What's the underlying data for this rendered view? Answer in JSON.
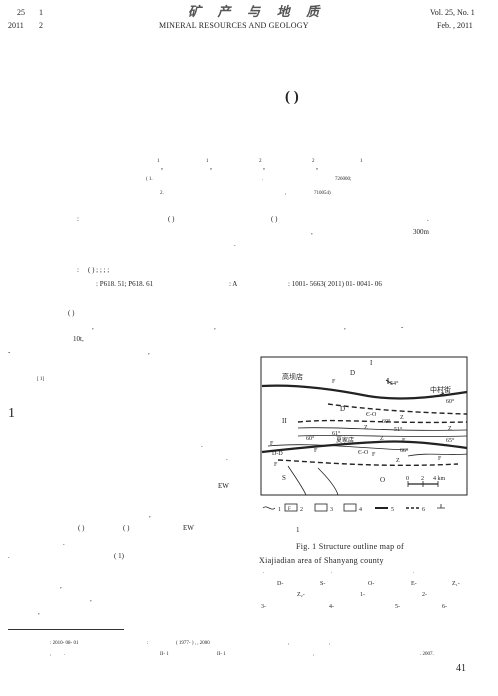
{
  "header": {
    "vol_cn": "25",
    "issue_cn": "1",
    "year_cn": "2011",
    "month_cn": "2",
    "logo_text": "矿 产 与 地 质",
    "journal": "MINERAL RESOURCES AND GEOLOGY",
    "vol_en": "Vol. 25, No. 1",
    "date_en": "Feb. , 2011"
  },
  "title_paren": "(      )",
  "authors": {
    "sup1a": "1",
    "comma1": ",",
    "sup1b": "1",
    "comma2": ",",
    "sup2a": "2",
    "comma3": ",",
    "sup2b": "2",
    "comma4": ",",
    "sup1c": "1"
  },
  "affil": {
    "line1_left": "( 1.",
    "line1_dot": ".",
    "line1_code": "726000;",
    "line2_num": "2.",
    "line2_mid": ",",
    "line2_code": "710054)"
  },
  "abstract": {
    "colon": ":",
    "paren1": "(   )",
    "paren2": "(            )",
    "dot1": ".",
    "comma": ",",
    "depth": "300m",
    "dot2": "."
  },
  "keywords": {
    "colon": ":",
    "items": "(   )      ;          ;          ;          ;"
  },
  "classification": {
    "clc": ": P618. 51; P618. 61",
    "doc_code": ": A",
    "article_no": ": 1001-  5663( 2011) 01-  0041-  06"
  },
  "intro": {
    "paren": "(   )",
    "line2_a": ",",
    "line2_b": ",",
    "line2_c": ",",
    "line2_d": "-",
    "age": "10t,",
    "dash": "-",
    "comma": ",",
    "ref": "[ 1]"
  },
  "section": {
    "number": "1",
    "dot1": ".",
    "dot2": ".",
    "ew1": "EW",
    "comma": ",",
    "paren_a": "(   )",
    "paren_b": "(   )",
    "ew2": "EW",
    "dot3": ".",
    "fig_ref": "(    1)",
    "dot4": ".",
    "comma2": ",",
    "comma3": ",",
    "comma4": ","
  },
  "figure": {
    "labels": {
      "I": "I",
      "II": "II",
      "D1": "D",
      "D2": "D",
      "S": "S",
      "O": "O",
      "F1": "F",
      "F2": "F",
      "F3": "F",
      "F4": "F",
      "F5": "F",
      "F7": "F",
      "gaobadian": "高坝店",
      "zhongcunjie": "中村街",
      "xiajiadian": "夏家店",
      "ang1": "54°",
      "ang2": "60°",
      "ang3": "60°",
      "ang4": "60°",
      "ang5": "66°",
      "ang6": "65°",
      "ang7": "51°",
      "ang8": "65°",
      "ang9": "61°",
      "Z1": "Z",
      "Z2": "Z",
      "Z3": "Z",
      "Z4": "Z",
      "Z5": "Z",
      "CO1": "Є-O",
      "CO2": "Є-O",
      "DD": "D-D",
      "scale0": "0",
      "scale2": "2",
      "scale4": "4 km",
      "leg1": "1",
      "leg2": "2",
      "leg3": "3",
      "leg4": "4",
      "leg5": "5",
      "leg6": "6",
      "legF": "F"
    },
    "caption_num": "1",
    "caption_en_1": "Fig. 1    Structure outline map of",
    "caption_en_2": "Xiajiadian area of Shanyang county",
    "legend_text": {
      "row1a": ".",
      "row1b": ".",
      "row1c": ".",
      "row2_D": "D-",
      "row2_S": "S-",
      "row2_O": "O-",
      "row2_E": "E-",
      "row2_Z": "Z₁-",
      "row3_Z": "Z₂-",
      "row3_1": "1-",
      "row3_2": "2-",
      "row4_3": "3-",
      "row4_4": "4-",
      "row4_5": "5-",
      "row4_6": "6-"
    }
  },
  "footnote": {
    "received": ": 2010-  08-  01",
    "colon": ":",
    "bio": "( 1977-  ) ,    , 2000",
    "comma1": ",",
    "comma2": ",",
    "line2_a": ",",
    "line2_b": ".",
    "grade1": "II-  1",
    "grade2": "II-  1",
    "comma3": ",",
    "year": ". 2007."
  },
  "page_number": "41"
}
